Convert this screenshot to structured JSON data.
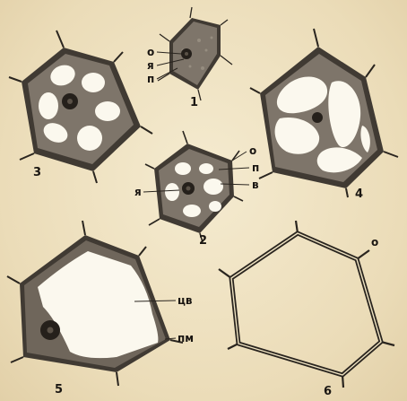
{
  "figure": {
    "cells": [
      {
        "number": "1",
        "labels": [
          "о",
          "я",
          "п"
        ]
      },
      {
        "number": "2",
        "labels": [
          "о",
          "п",
          "в",
          "я"
        ]
      },
      {
        "number": "3",
        "labels": []
      },
      {
        "number": "4",
        "labels": []
      },
      {
        "number": "5",
        "labels": [
          "цв",
          "пм"
        ]
      },
      {
        "number": "6",
        "labels": [
          "о"
        ]
      }
    ]
  },
  "colors": {
    "background": "#efe3c2",
    "wall": "#403a33",
    "protoplast": "#7e756a",
    "vacuole": "#fbf8ee",
    "nucleus": "#25201b"
  }
}
